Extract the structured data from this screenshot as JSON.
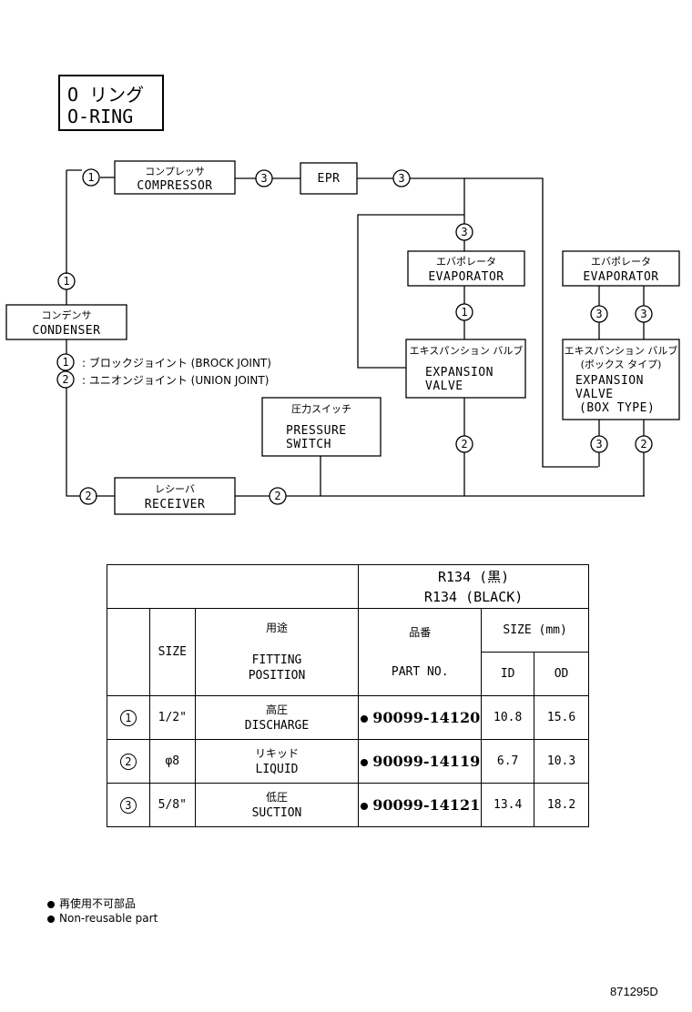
{
  "title": {
    "line1": "O リング",
    "line2": "O-RING"
  },
  "components": {
    "compressor": {
      "jp": "コンプレッサ",
      "en": "COMPRESSOR"
    },
    "epr": {
      "en": "EPR"
    },
    "condenser": {
      "jp": "コンデンサ",
      "en": "CONDENSER"
    },
    "evaporator1": {
      "jp": "エバポレータ",
      "en": "EVAPORATOR"
    },
    "evaporator2": {
      "jp": "エバポレータ",
      "en": "EVAPORATOR"
    },
    "expansion_valve": {
      "jp": "エキスパンション バルブ",
      "en1": "EXPANSION",
      "en2": "VALVE"
    },
    "expansion_valve_box": {
      "jp1": "エキスパンション バルブ",
      "jp2": "(ボックス タイプ)",
      "en1": "EXPANSION",
      "en2": "VALVE",
      "en3": "(BOX TYPE)"
    },
    "pressure_switch": {
      "jp": "圧力スイッチ",
      "en1": "PRESSURE",
      "en2": "SWITCH"
    },
    "receiver": {
      "jp": "レシーバ",
      "en": "RECEIVER"
    }
  },
  "legend": [
    {
      "num": "1",
      "text": ": ブロックジョイント (BROCK JOINT)"
    },
    {
      "num": "2",
      "text": ": ユニオンジョイント (UNION JOINT)"
    }
  ],
  "markers": {
    "one": "1",
    "two": "2",
    "three": "3"
  },
  "table": {
    "header_main1": "R134 (黒)",
    "header_main2": "R134 (BLACK)",
    "col_size": "SIZE",
    "col_fitting_jp": "用途",
    "col_fitting_en1": "FITTING",
    "col_fitting_en2": "POSITION",
    "col_part_jp": "品番",
    "col_part_en": "PART NO.",
    "col_dim": "SIZE (mm)",
    "col_id": "ID",
    "col_od": "OD",
    "rows": [
      {
        "num": "1",
        "size": "1/2\"",
        "fit_jp": "高圧",
        "fit_en": "DISCHARGE",
        "part": "90099-14120",
        "id": "10.8",
        "od": "15.6"
      },
      {
        "num": "2",
        "size": "φ8",
        "fit_jp": "リキッド",
        "fit_en": "LIQUID",
        "part": "90099-14119",
        "id": "6.7",
        "od": "10.3"
      },
      {
        "num": "3",
        "size": "5/8\"",
        "fit_jp": "低圧",
        "fit_en": "SUCTION",
        "part": "90099-14121",
        "id": "13.4",
        "od": "18.2"
      }
    ]
  },
  "notes": {
    "jp": "再使用不可部品",
    "en": "Non-reusable part"
  },
  "code": "871295D"
}
